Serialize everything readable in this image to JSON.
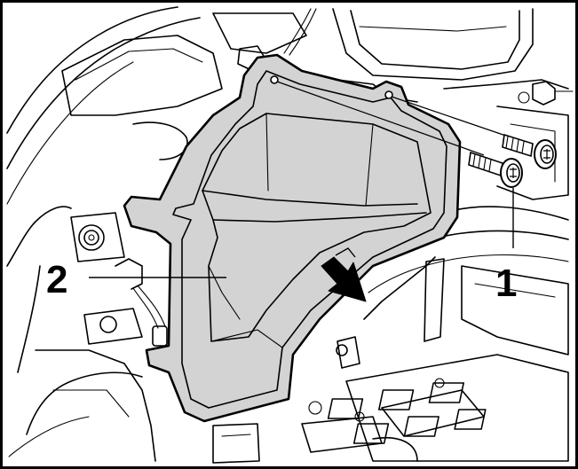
{
  "callouts": [
    {
      "id": "1",
      "label": "1",
      "part": "bolt"
    },
    {
      "id": "2",
      "label": "2",
      "part": "cover"
    }
  ],
  "colors": {
    "line": "#000000",
    "background": "#ffffff",
    "part_fill": "#d3d3d3",
    "frame": "#000000"
  },
  "icons": {
    "direction_arrow": "removal-direction-arrow-icon"
  }
}
